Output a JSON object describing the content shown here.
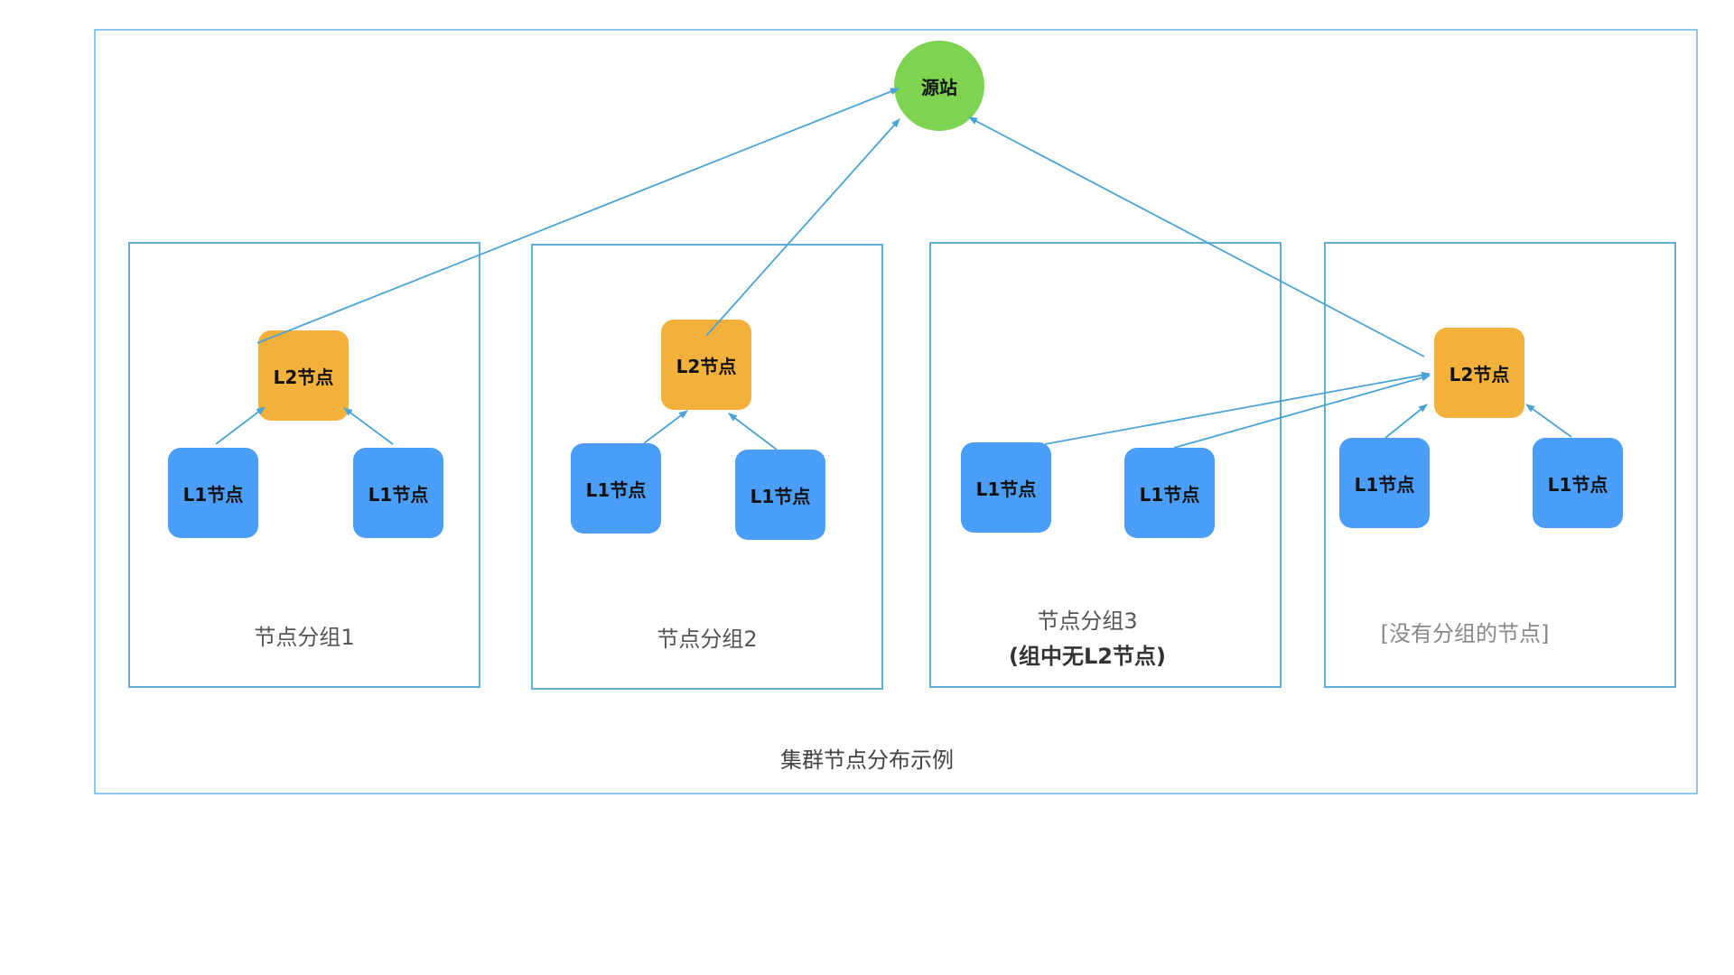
{
  "origin": {
    "label": "源站"
  },
  "groups": [
    {
      "label": "节点分组1",
      "l2_label": "L2节点",
      "l1_labels": [
        "L1节点",
        "L1节点"
      ]
    },
    {
      "label": "节点分组2",
      "l2_label": "L2节点",
      "l1_labels": [
        "L1节点",
        "L1节点"
      ]
    },
    {
      "label": "节点分组3",
      "sublabel": "(组中无L2节点)",
      "l1_labels": [
        "L1节点",
        "L1节点"
      ]
    },
    {
      "label": "[没有分组的节点]",
      "l2_label": "L2节点",
      "l1_labels": [
        "L1节点",
        "L1节点"
      ]
    }
  ],
  "caption": "集群节点分布示例",
  "colors": {
    "frame": "#8cc8ef",
    "group_border": "#5eaed8",
    "l1": "#4a9ef7",
    "l2": "#f2b13b",
    "origin": "#7ed451",
    "arrow": "#4aa3d6"
  }
}
